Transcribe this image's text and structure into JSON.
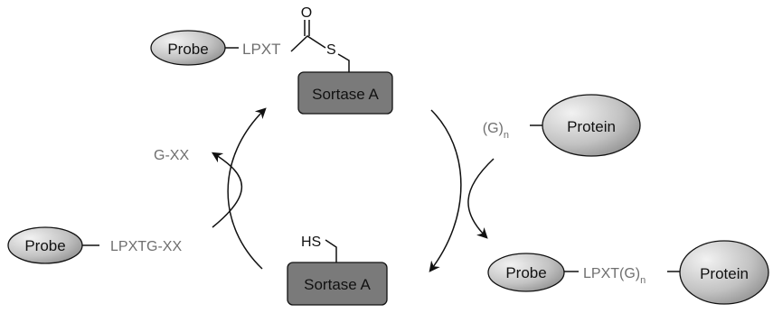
{
  "colors": {
    "linker_text": "#6f6f6f",
    "black": "#111111",
    "enzyme_fill": "#7a7a7a",
    "ellipse_light": "#f2f2f2",
    "ellipse_dark": "#8c8c8c"
  },
  "top": {
    "probe_label": "Probe",
    "linker": "LPXT",
    "carbonyl_o": "O",
    "thioester_s": "S",
    "enzyme_label": "Sortase A"
  },
  "right_top": {
    "glycine": "(G)",
    "glycine_subscript": "n",
    "protein_label": "Protein"
  },
  "right_bottom": {
    "probe_label": "Probe",
    "linker": "LPXT(G)",
    "linker_subscript": "n",
    "protein_label": "Protein"
  },
  "bottom": {
    "thiol": "HS",
    "enzyme_label": "Sortase A"
  },
  "left": {
    "leaving_group": "G-XX",
    "probe_label": "Probe",
    "substrate": "LPXTG-XX"
  }
}
